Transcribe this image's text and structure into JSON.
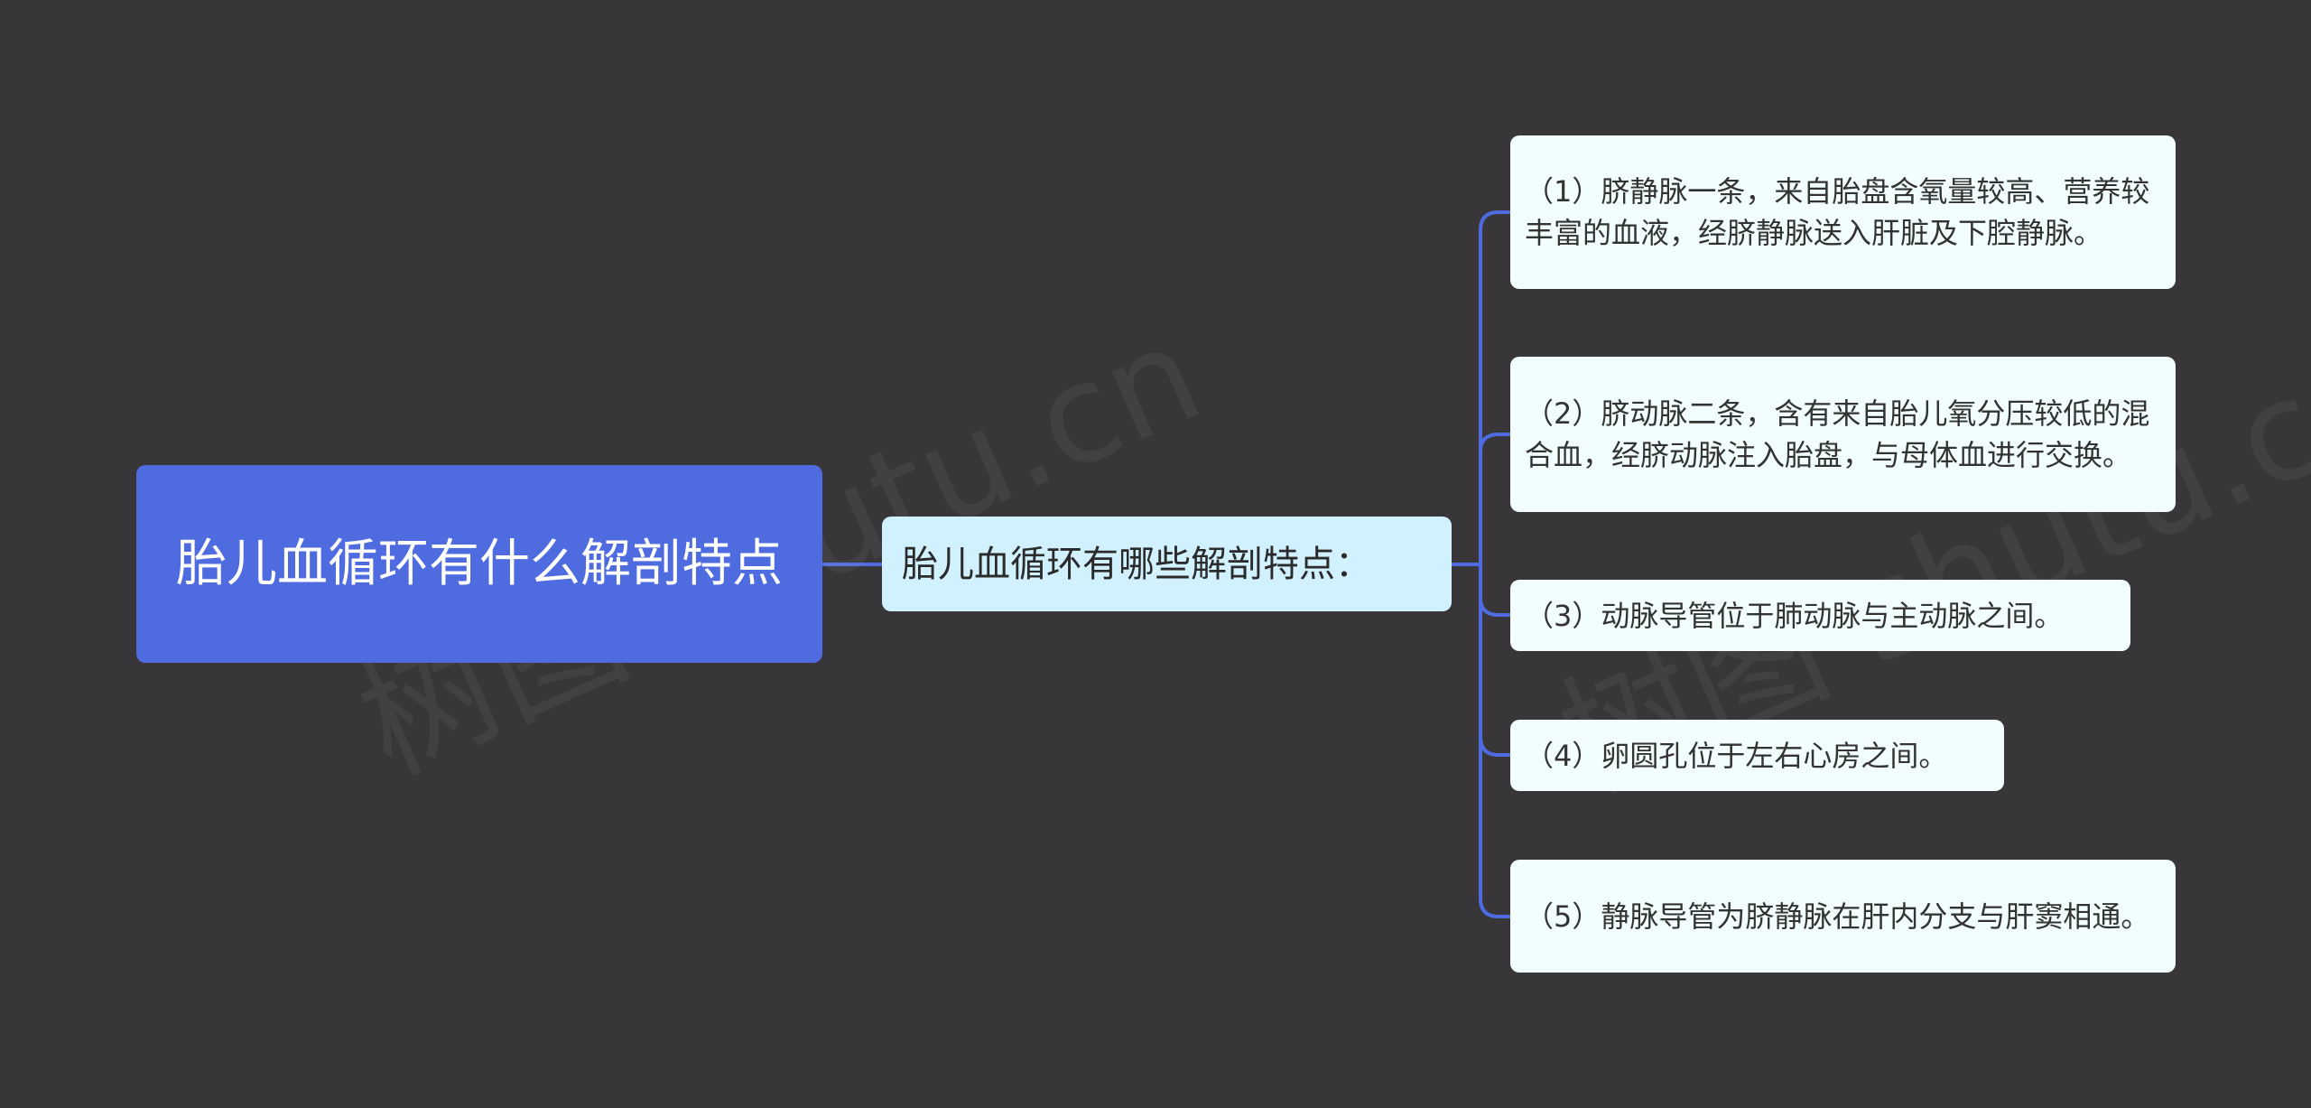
{
  "root": {
    "text": "胎儿血循环有什么解剖特点"
  },
  "subtopic": {
    "text": "胎儿血循环有哪些解剖特点："
  },
  "leaves": [
    {
      "text": "（1）脐静脉一条，来自胎盘含氧量较高、营养较丰富的血液，经脐静脉送入肝脏及下腔静脉。"
    },
    {
      "text": "（2）脐动脉二条，含有来自胎儿氧分压较低的混合血，经脐动脉注入胎盘，与母体血进行交换。"
    },
    {
      "text": "（3）动脉导管位于肺动脉与主动脉之间。"
    },
    {
      "text": "（4）卵圆孔位于左右心房之间。"
    },
    {
      "text": "（5）静脉导管为脐静脉在肝内分支与肝窦相通。"
    }
  ],
  "watermark": {
    "text_left": "树图 shutu.cn",
    "text_right": "树图 shutu.cn"
  },
  "colors": {
    "background": "#383638",
    "root": "#4f6be0",
    "subtopic": "#d2f1fe",
    "leaf": "#f2fdfd",
    "connector": "#4f6be0"
  }
}
